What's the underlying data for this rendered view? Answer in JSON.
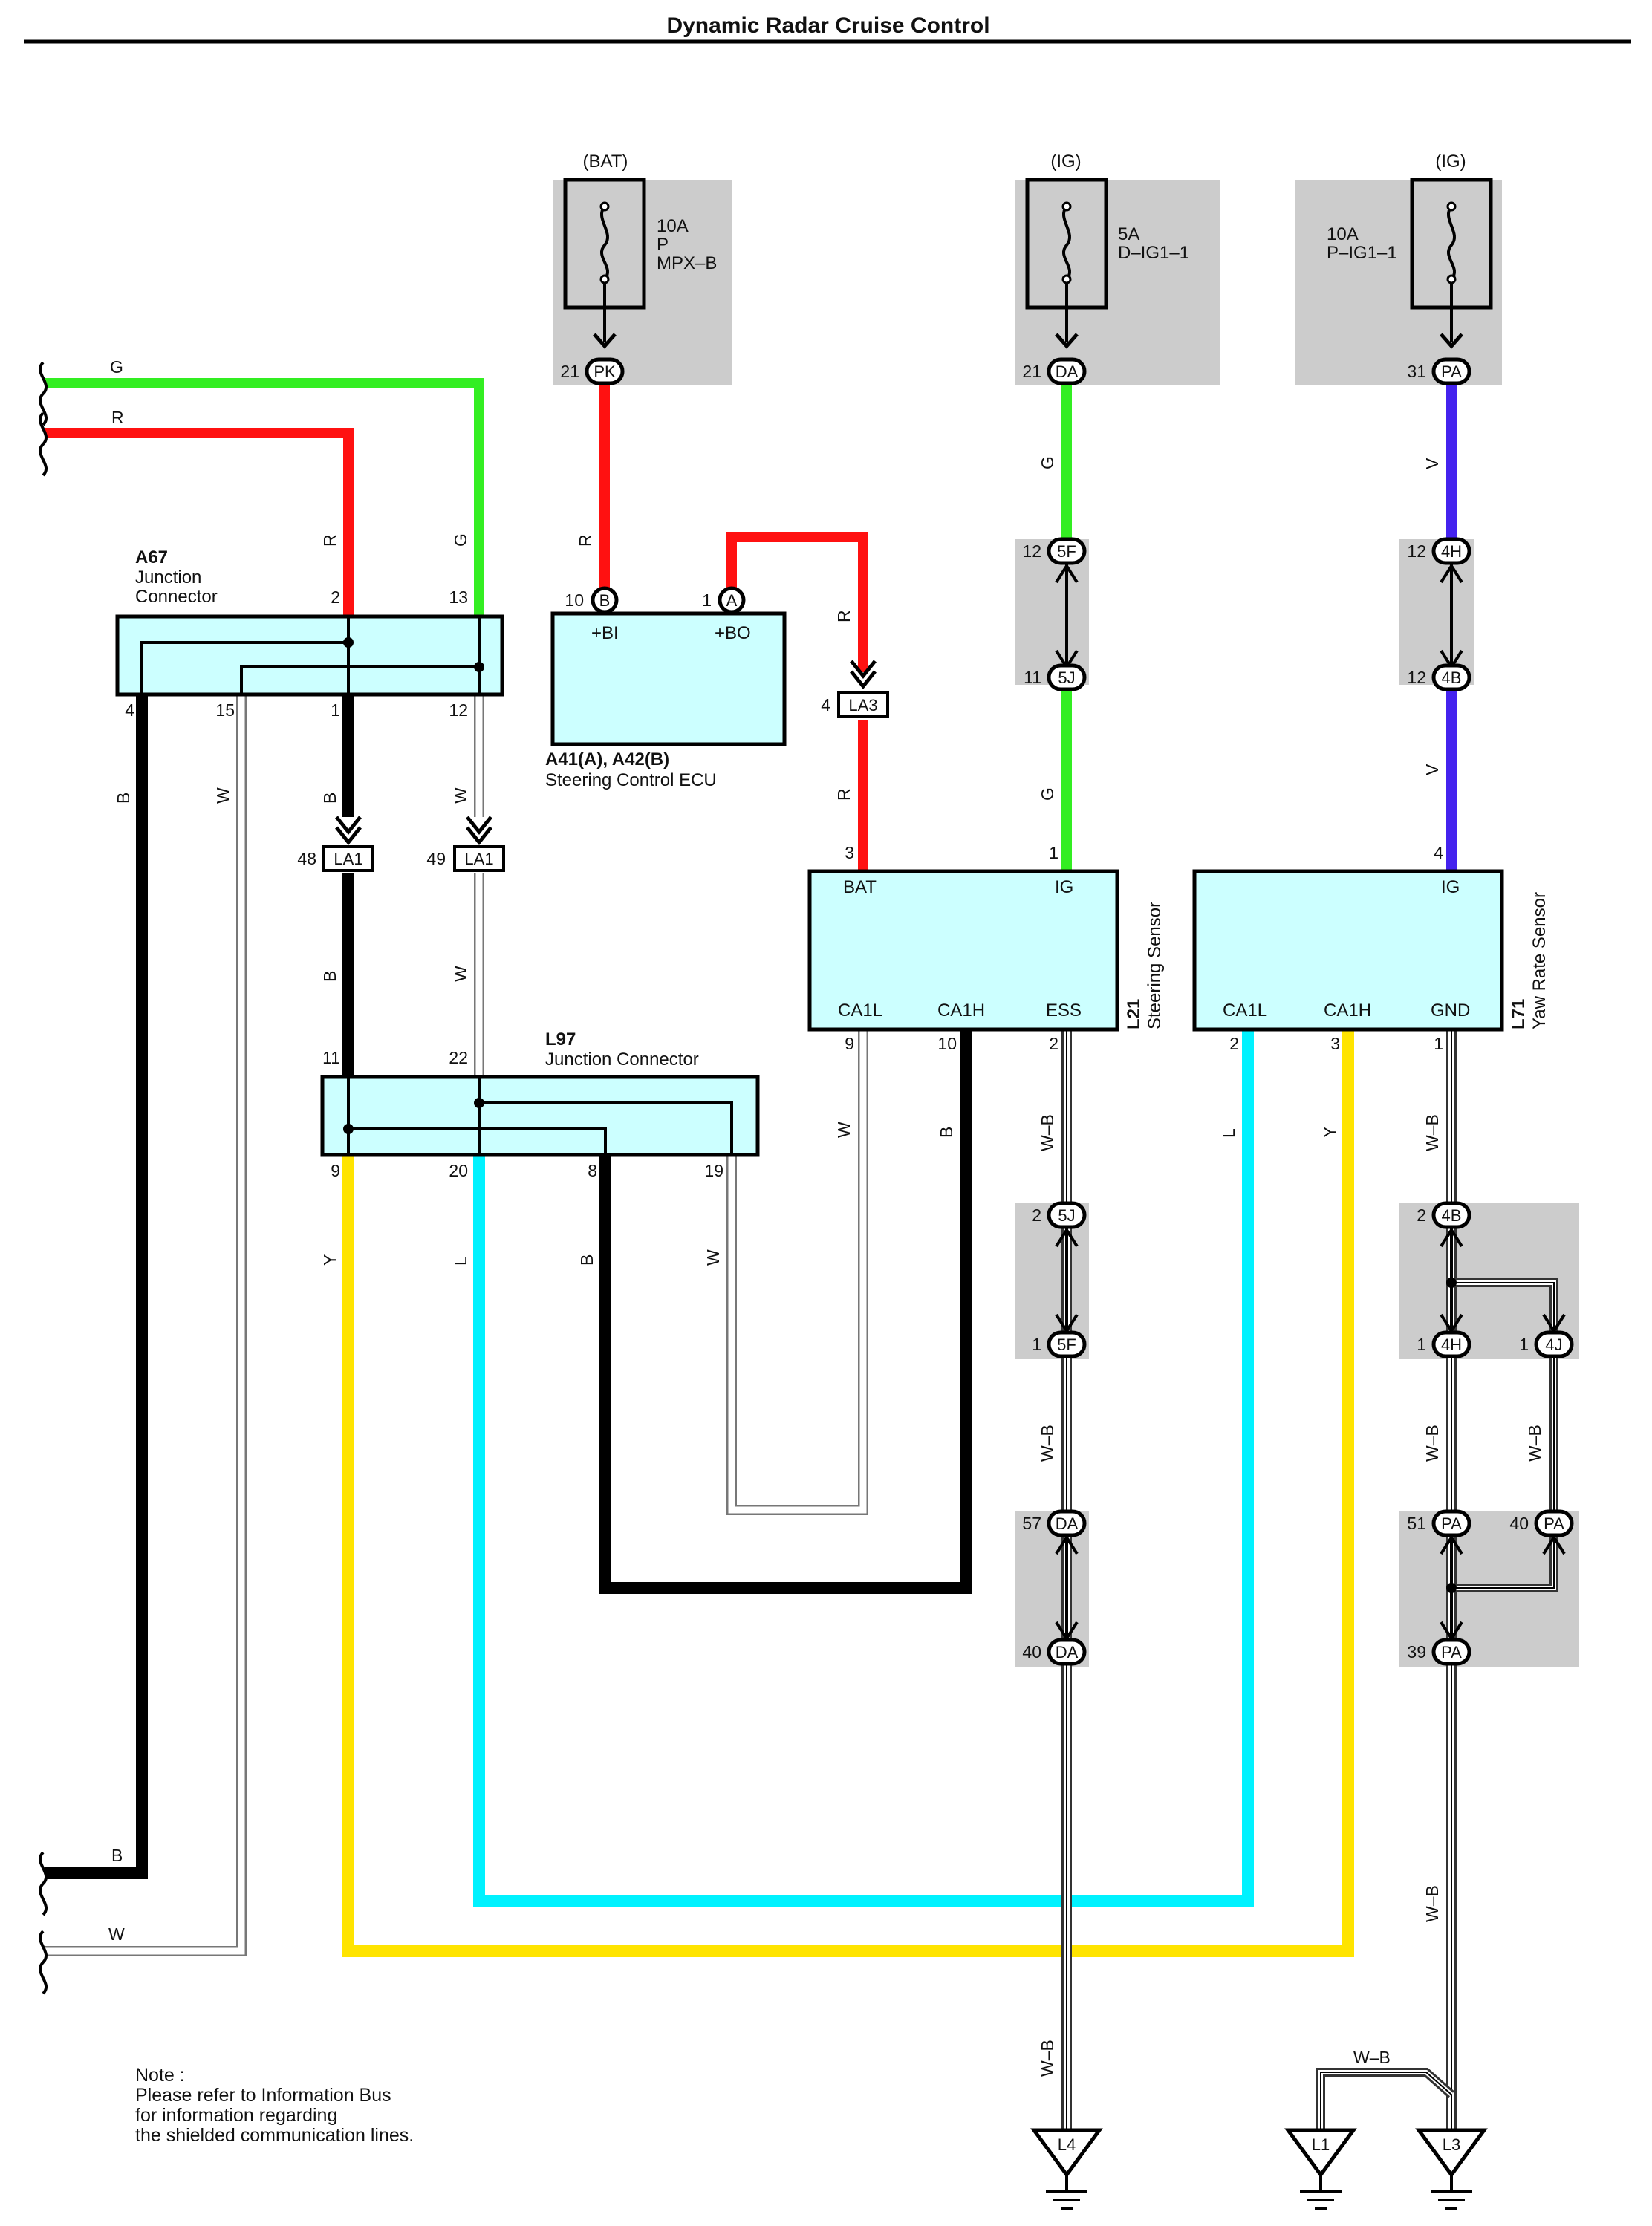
{
  "title": "Dynamic Radar Cruise Control",
  "colors": {
    "G": "#33ee22",
    "R": "#ff1111",
    "B": "#000000",
    "W": "#ffffff",
    "V": "#4422ee",
    "L": "#00f2ff",
    "Y": "#ffe400",
    "W-B": "#ffffff",
    "component_fill": "#ccffff",
    "box_gray": "#cccccc"
  },
  "power": {
    "bat": {
      "source": "(BAT)",
      "amp": "10A",
      "line2": "P",
      "line3": "MPX–B",
      "pin": "21",
      "conn": "PK"
    },
    "ig1": {
      "source": "(IG)",
      "amp": "5A",
      "line2": "D–IG1–1",
      "pin": "21",
      "conn": "DA"
    },
    "ig2": {
      "source": "(IG)",
      "amp": "10A",
      "line2": "P–IG1–1",
      "pin": "31",
      "conn": "PA"
    }
  },
  "components": {
    "a67": {
      "code": "A67",
      "line1": "Junction",
      "line2": "Connector",
      "pins": {
        "p2": "2",
        "p13": "13",
        "p4": "4",
        "p15": "15",
        "p1": "1",
        "p12": "12"
      }
    },
    "ecu": {
      "code": "A41(A), A42(B)",
      "name": "Steering Control ECU",
      "bi": "+BI",
      "bo": "+BO",
      "pin_b": "10",
      "conn_b": "B",
      "pin_a": "1",
      "conn_a": "A"
    },
    "l97": {
      "code": "L97",
      "name": "Junction Connector",
      "pins": {
        "p11": "11",
        "p22": "22",
        "p9": "9",
        "p20": "20",
        "p8": "8",
        "p19": "19"
      }
    },
    "l21": {
      "code": "L21",
      "name": "Steering Sensor",
      "bat": "BAT",
      "ig": "IG",
      "ca1l": "CA1L",
      "ca1h": "CA1H",
      "ess": "ESS",
      "pins": {
        "p3": "3",
        "p1": "1",
        "p9": "9",
        "p10": "10",
        "p2": "2"
      }
    },
    "l71": {
      "code": "L71",
      "name": "Yaw Rate Sensor",
      "ig": "IG",
      "ca1l": "CA1L",
      "ca1h": "CA1H",
      "gnd": "GND",
      "pins": {
        "p4": "4",
        "p2": "2",
        "p3": "3",
        "p1": "1"
      }
    }
  },
  "connectors": {
    "la1_48": {
      "pin": "48",
      "label": "LA1"
    },
    "la1_49": {
      "pin": "49",
      "label": "LA1"
    },
    "la3": {
      "pin": "4",
      "label": "LA3"
    },
    "c5f_top": {
      "pin": "12",
      "label": "5F"
    },
    "c5j_top": {
      "pin": "11",
      "label": "5J"
    },
    "c4h_top": {
      "pin": "12",
      "label": "4H"
    },
    "c4b_top": {
      "pin": "12",
      "label": "4B"
    },
    "c5j_bot": {
      "pin": "2",
      "label": "5J"
    },
    "c5f_bot": {
      "pin": "1",
      "label": "5F"
    },
    "c4b_bot": {
      "pin": "2",
      "label": "4B"
    },
    "c4h_bot": {
      "pin": "1",
      "label": "4H"
    },
    "c4j": {
      "pin": "1",
      "label": "4J"
    },
    "da57": {
      "pin": "57",
      "label": "DA"
    },
    "da40": {
      "pin": "40",
      "label": "DA"
    },
    "pa51": {
      "pin": "51",
      "label": "PA"
    },
    "pa40": {
      "pin": "40",
      "label": "PA"
    },
    "pa39": {
      "pin": "39",
      "label": "PA"
    }
  },
  "wire_labels": {
    "g": "G",
    "r": "R",
    "b": "B",
    "w": "W",
    "v": "V",
    "l": "L",
    "y": "Y",
    "wb": "W–B"
  },
  "grounds": {
    "l4": "L4",
    "l1": "L1",
    "l3": "L3"
  },
  "note": {
    "line1": "Note :",
    "line2": "Please refer to Information Bus",
    "line3": "for information regarding",
    "line4": "the shielded communication lines."
  }
}
